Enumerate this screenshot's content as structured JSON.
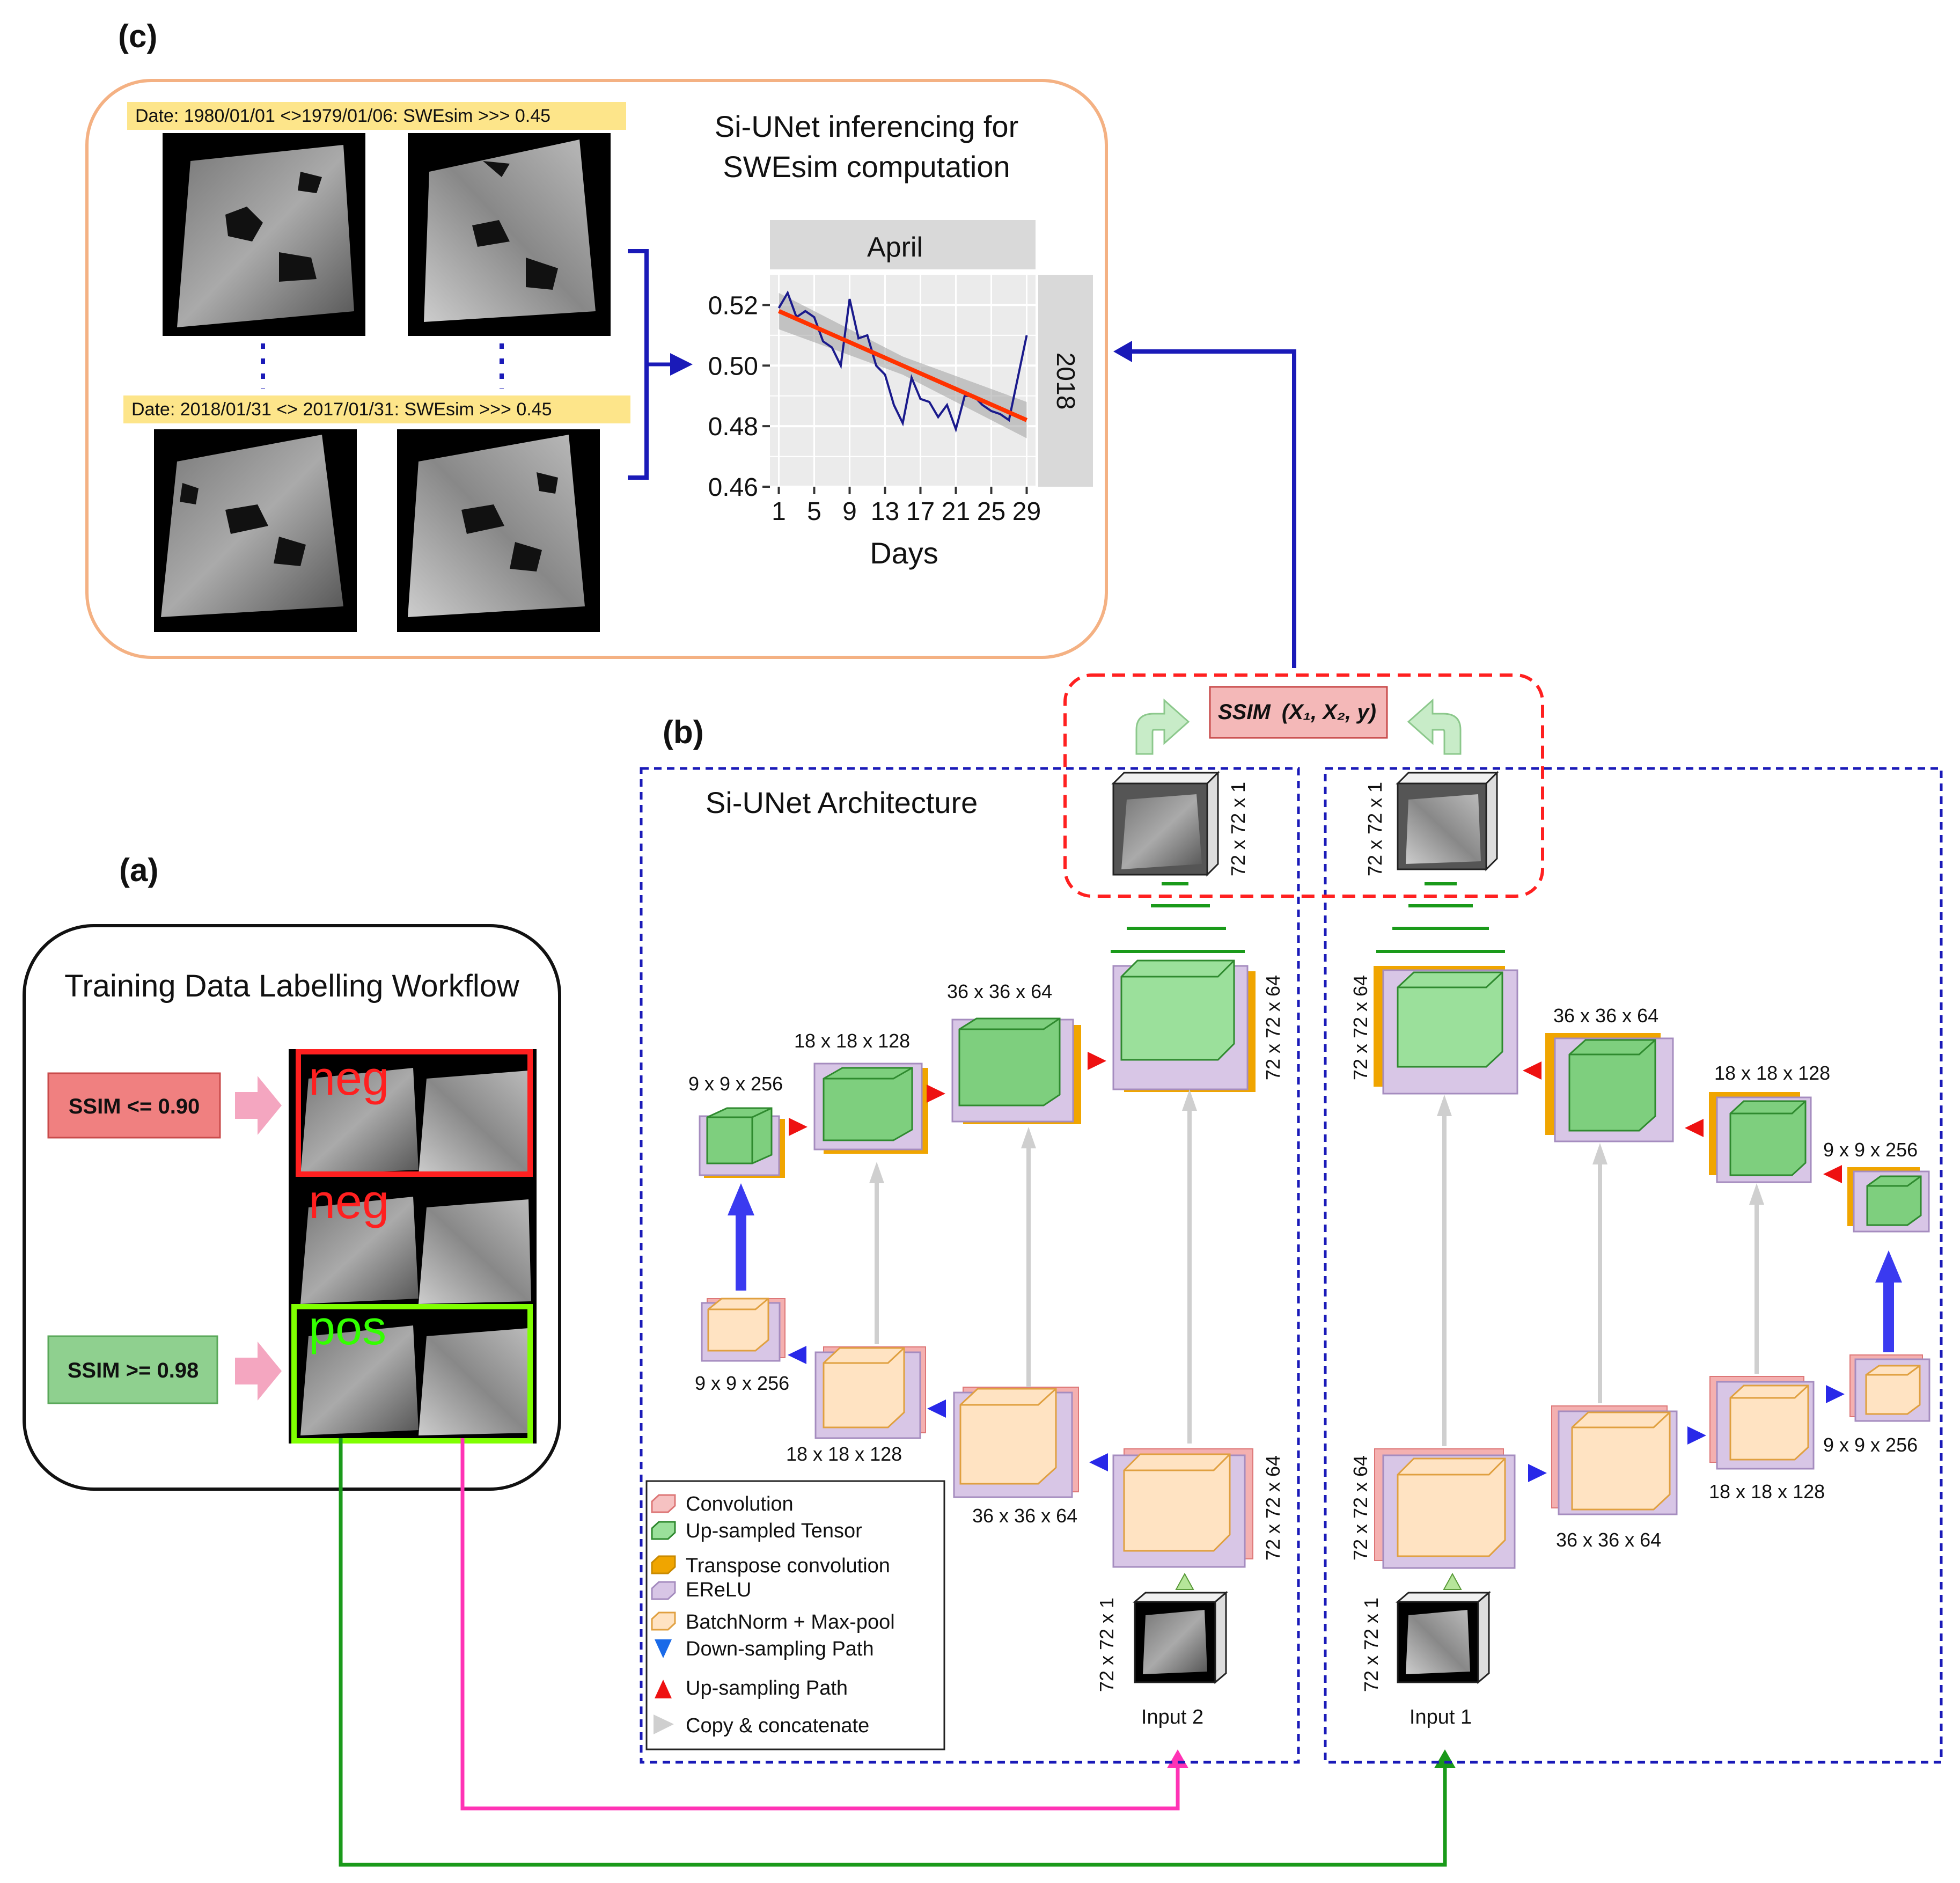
{
  "panels": {
    "a": "(a)",
    "b": "(b)",
    "c": "(c)"
  },
  "panel_a": {
    "title": "Training Data Labelling Workflow",
    "neg_condition": "SSIM <= 0.90",
    "pos_condition": "SSIM >= 0.98",
    "neg_label_1": "neg",
    "neg_label_2": "neg",
    "pos_label": "pos"
  },
  "panel_c": {
    "title_line1": "Si-UNet inferencing for",
    "title_line2": "SWEsim computation",
    "date_label_1": "Date: 1980/01/01 <>1979/01/06: SWEsim >>> 0.45",
    "date_label_2": "Date: 2018/01/31 <> 2017/01/31: SWEsim >>> 0.45"
  },
  "panel_b": {
    "title": "Si-UNet Architecture",
    "ssim_label": "SSIM",
    "ssim_args": "(X₁, X₂, y)",
    "input_2": "Input 2",
    "input_1": "Input 1",
    "dims": {
      "d72x1": "72 x 72 x 1",
      "d72x64": "72 x 72 x 64",
      "d36": "36 x 36 x  64",
      "d18": "18 x 18 x  128",
      "d9": "9 x 9 x  256"
    },
    "legend": [
      "Convolution",
      "Up-sampled Tensor",
      "Transpose convolution",
      "EReLU",
      "BatchNorm + Max-pool",
      "Down-sampling  Path",
      "Up-sampling  Path",
      "Copy & concatenate"
    ]
  },
  "chart_data": {
    "type": "line",
    "facet_top": "April",
    "facet_right": "2018",
    "xlabel": "Days",
    "ylabel": "",
    "xlim": [
      0,
      30
    ],
    "ylim": [
      0.46,
      0.53
    ],
    "xticks": [
      1,
      5,
      9,
      13,
      17,
      21,
      25,
      29
    ],
    "xtick_labels": [
      "1",
      "5",
      "9",
      "13",
      "17",
      "21",
      "25",
      "29"
    ],
    "yticks": [
      0.46,
      0.48,
      0.5,
      0.52
    ],
    "ytick_labels": [
      "0.46",
      "0.48",
      "0.50",
      "0.52"
    ],
    "grid": true,
    "series": [
      {
        "color": "#1a1a8c",
        "x": [
          1,
          2,
          3,
          4,
          5,
          6,
          7,
          8,
          9,
          10,
          11,
          12,
          13,
          14,
          15,
          16,
          17,
          18,
          19,
          20,
          21,
          22,
          23,
          24,
          25,
          26,
          27,
          28,
          29
        ],
        "y": [
          0.519,
          0.524,
          0.516,
          0.518,
          0.516,
          0.508,
          0.506,
          0.5,
          0.522,
          0.509,
          0.51,
          0.5,
          0.497,
          0.487,
          0.481,
          0.496,
          0.489,
          0.488,
          0.483,
          0.487,
          0.479,
          0.49,
          0.49,
          0.487,
          0.485,
          0.484,
          0.482,
          0.496,
          0.51
        ]
      },
      {
        "color": "#ff3300",
        "x": [
          1,
          29
        ],
        "y": [
          0.518,
          0.482
        ]
      }
    ],
    "ribbon": {
      "x": [
        1,
        15,
        29
      ],
      "ymin": [
        0.512,
        0.497,
        0.476
      ],
      "ymax": [
        0.524,
        0.503,
        0.488
      ]
    }
  }
}
